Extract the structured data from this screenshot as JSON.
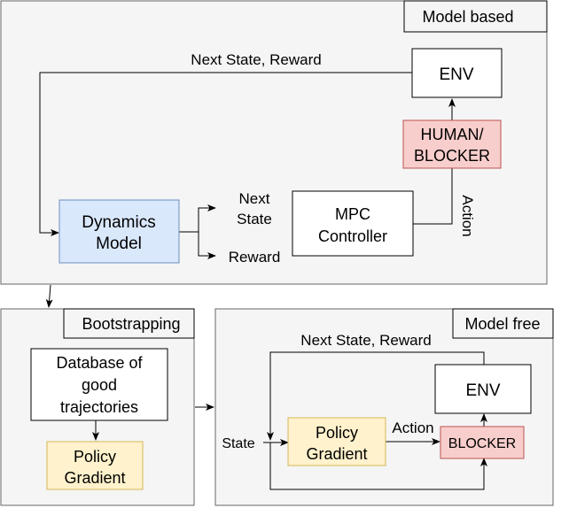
{
  "regions": {
    "model_based": {
      "title": "Model based"
    },
    "bootstrapping": {
      "title": "Bootstrapping"
    },
    "model_free": {
      "title": "Model free"
    }
  },
  "model_based": {
    "env": "ENV",
    "blocker": [
      "HUMAN/",
      "BLOCKER"
    ],
    "mpc": [
      "MPC",
      "Controller"
    ],
    "dynamics": [
      "Dynamics",
      "Model"
    ],
    "feedback_label": "Next State, Reward",
    "action_label": "Action",
    "out_next_state": [
      "Next",
      "State"
    ],
    "out_reward": "Reward"
  },
  "bootstrapping": {
    "database": [
      "Database of",
      "good",
      "trajectories"
    ],
    "policy": [
      "Policy",
      "Gradient"
    ]
  },
  "model_free": {
    "feedback_label": "Next State, Reward",
    "env": "ENV",
    "state_label": "State",
    "policy": [
      "Policy",
      "Gradient"
    ],
    "action_label": "Action",
    "blocker": "BLOCKER"
  },
  "colors": {
    "region_fill": "#f5f5f5",
    "title_fill": "#f5f5f5",
    "blue_fill": "#dae8fc",
    "blue_stroke": "#6c8ebf",
    "yellow_fill": "#fff2cc",
    "yellow_stroke": "#d6b656",
    "red_fill": "#f8cecc",
    "red_stroke": "#b85450"
  }
}
